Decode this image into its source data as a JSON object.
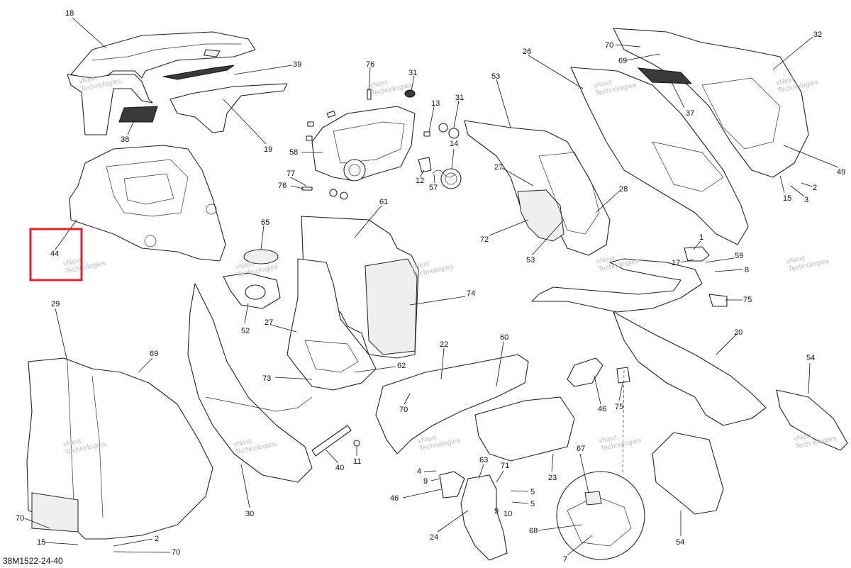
{
  "diagram": {
    "drawing_code": "38M1522-24-40",
    "watermark_text": "vNext\nTechnologies",
    "highlight_color": "#e0202a",
    "callouts": [
      "18",
      "39",
      "38",
      "19",
      "76",
      "31",
      "13",
      "31",
      "58",
      "77",
      "76",
      "12",
      "57",
      "14",
      "53",
      "26",
      "70",
      "69",
      "32",
      "37",
      "27",
      "28",
      "49",
      "2",
      "15",
      "3",
      "44",
      "65",
      "61",
      "52",
      "74",
      "27",
      "72",
      "53",
      "1",
      "59",
      "17",
      "8",
      "75",
      "29",
      "69",
      "73",
      "62",
      "22",
      "60",
      "20",
      "70",
      "46",
      "75",
      "54",
      "40",
      "11",
      "30",
      "63",
      "71",
      "4",
      "9",
      "46",
      "5",
      "9",
      "10",
      "5",
      "23",
      "24",
      "67",
      "68",
      "7",
      "54",
      "70",
      "15",
      "2",
      "70"
    ],
    "highlighted_callout": "44"
  }
}
